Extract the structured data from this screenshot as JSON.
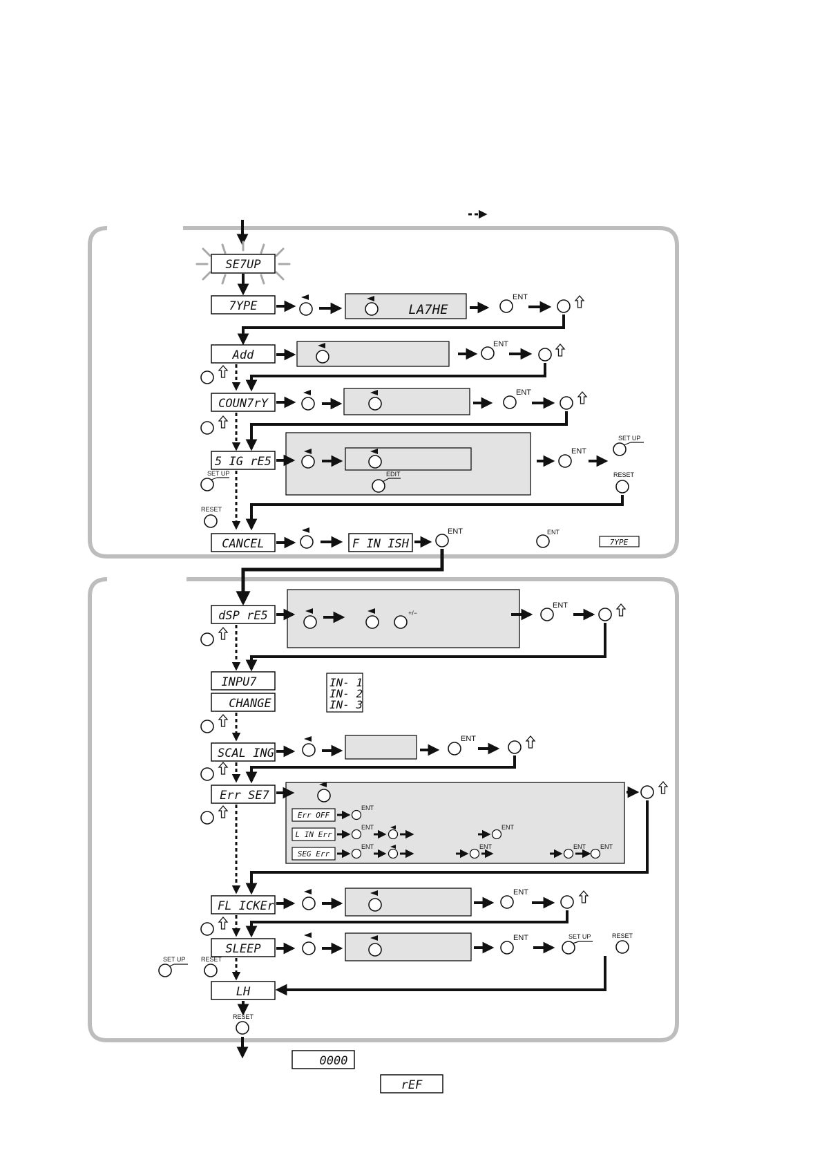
{
  "colors": {
    "frame": "#bdbdbd",
    "panel": "#e3e3e3",
    "ink": "#111111",
    "ray": "#a8a8a8"
  },
  "legend": {
    "dashed_arrow_icon": "dashed-arrow-icon"
  },
  "keys": {
    "ent": "ENT",
    "setup": "SET UP",
    "reset": "RESET",
    "edit": "EDIT",
    "plusminus": "+/−",
    "left_arrow": "◄",
    "up_arrow": "⇧"
  },
  "section1": {
    "setup": "SE7UP",
    "type": "7YPE",
    "type_value": "LA7HE",
    "add": "Add",
    "country": "COUN7rY",
    "sig_res": "5 IG rE5",
    "cancel": "CANCEL",
    "finish": "F IN ISH",
    "note_type": "7YPE"
  },
  "section2": {
    "dsp_res": "dSP rE5",
    "input": "INPU7",
    "change": "CHANGE",
    "inputs": [
      "IN- 1",
      "IN- 2",
      "IN- 3"
    ],
    "scaling": "SCAL ING",
    "err_set": "Err SE7",
    "err_modes": [
      "Err OFF",
      "L IN Err",
      "SEG Err"
    ],
    "flicker": "FL ICKEr",
    "sleep": "SLEEP",
    "lh": "LH"
  },
  "outputs": {
    "zero": "0000",
    "ref": "rEF"
  }
}
